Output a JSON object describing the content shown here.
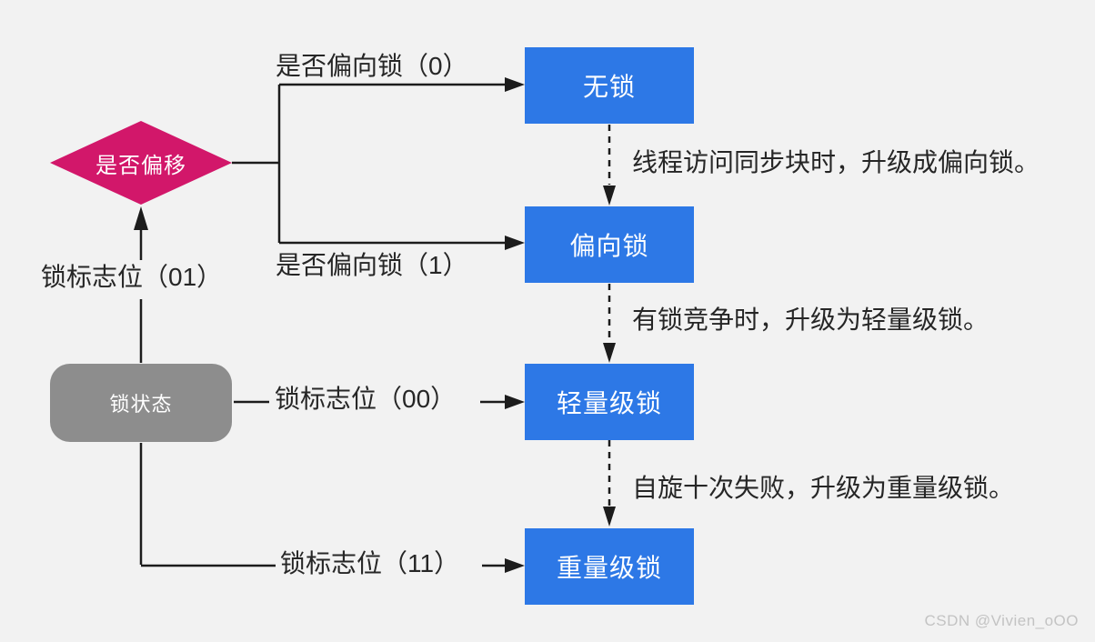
{
  "palette": {
    "background": "#f2f2f2",
    "state_blue": "#2d78e6",
    "decision_pink": "#d2176a",
    "source_gray": "#8d8d8d",
    "line_dark": "#1c1c1c",
    "label_text": "#262626",
    "watermark_gray": "#c3c3c3"
  },
  "nodes": {
    "decision": {
      "label": "是否偏移"
    },
    "source": {
      "label": "锁状态"
    },
    "states": [
      {
        "label": "无锁"
      },
      {
        "label": "偏向锁"
      },
      {
        "label": "轻量级锁"
      },
      {
        "label": "重量级锁"
      }
    ]
  },
  "edge_labels": {
    "bias_no": "是否偏向锁（0）",
    "bias_yes": "是否偏向锁（1）",
    "flag_01": "锁标志位（01）",
    "flag_00": "锁标志位（00）",
    "flag_11": "锁标志位（11）"
  },
  "transitions": [
    "线程访问同步块时，升级成偏向锁。",
    "有锁竞争时，升级为轻量级锁。",
    "自旋十次失败，升级为重量级锁。"
  ],
  "watermark": "CSDN @Vivien_oOO"
}
